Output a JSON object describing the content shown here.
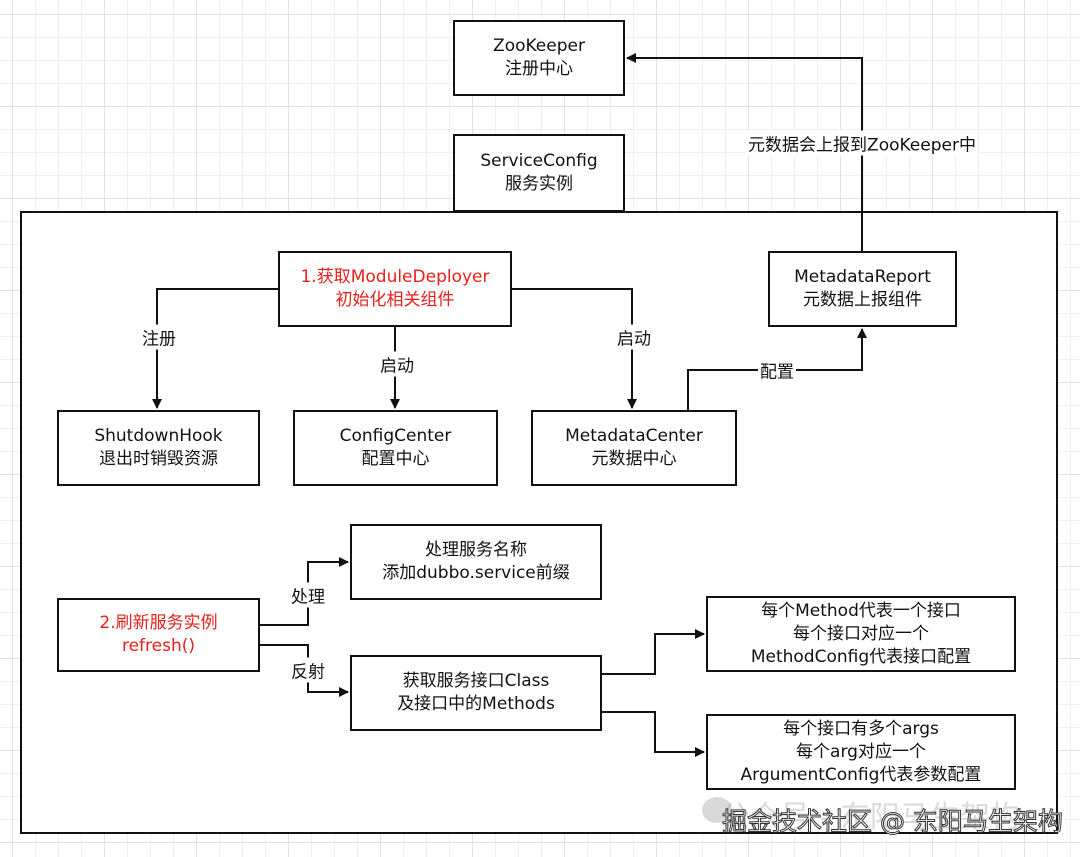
{
  "nodes": {
    "zookeeper": [
      "ZooKeeper",
      "注册中心"
    ],
    "service_config": [
      "ServiceConfig",
      "服务实例"
    ],
    "module_deployer": [
      "1.获取ModuleDeployer",
      "初始化相关组件"
    ],
    "metadata_report": [
      "MetadataReport",
      "元数据上报组件"
    ],
    "shutdown_hook": [
      "ShutdownHook",
      "退出时销毁资源"
    ],
    "config_center": [
      "ConfigCenter",
      "配置中心"
    ],
    "metadata_center": [
      "MetadataCenter",
      "元数据中心"
    ],
    "service_name": [
      "处理服务名称",
      "添加dubbo.service前缀"
    ],
    "refresh": [
      "2.刷新服务实例",
      "refresh()"
    ],
    "interface_class": [
      "获取服务接口Class",
      "及接口中的Methods"
    ],
    "method_config": [
      "每个Method代表一个接口",
      "每个接口对应一个",
      "MethodConfig代表接口配置"
    ],
    "argument_config": [
      "每个接口有多个args",
      "每个arg对应一个",
      "ArgumentConfig代表参数配置"
    ]
  },
  "edge_labels": {
    "report_to_zk": "元数据会上报到ZooKeeper中",
    "register": "注册",
    "start_config": "启动",
    "start_metadata": "启动",
    "configure": "配置",
    "process": "处理",
    "reflect": "反射"
  },
  "watermark": {
    "wechat": "公众号 - 东阳马生架构",
    "juejin": "掘金技术社区 @ 东阳马生架构"
  },
  "colors": {
    "highlight": "#e8201a",
    "stroke": "#111111"
  }
}
